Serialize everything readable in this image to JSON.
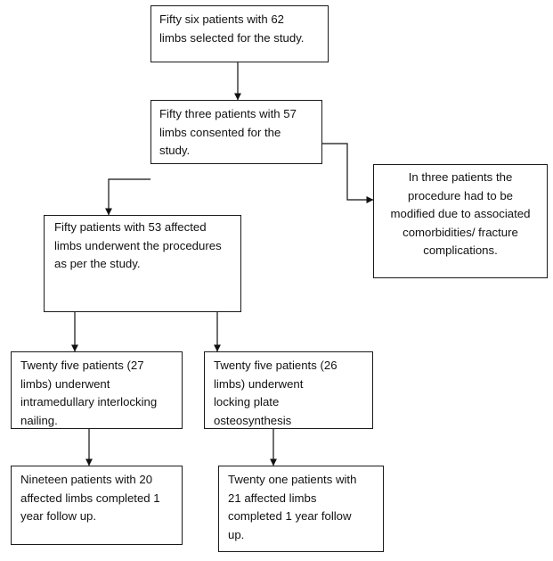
{
  "flowchart": {
    "boxes": {
      "selected": "Fifty six patients with 62\nlimbs selected for the study.",
      "consented": "Fifty three patients with 57\nlimbs consented for the\nstudy.",
      "modified": "In three patients the\nprocedure had to be\nmodified due to associated\ncomorbidities/ fracture\ncomplications.",
      "underwent": "Fifty patients with 53 affected\nlimbs underwent the procedures\nas per the study.",
      "nailing": "Twenty five patients (27\nlimbs) underwent\nintramedullary interlocking\nnailing.",
      "plate": "Twenty five patients (26\nlimbs) underwent\nlocking plate\nosteosynthesis",
      "followup_nailing": "Nineteen patients with 20\naffected limbs completed 1\nyear follow up.",
      "followup_plate": "Twenty one patients with\n21 affected limbs\ncompleted 1 year follow\nup."
    }
  }
}
